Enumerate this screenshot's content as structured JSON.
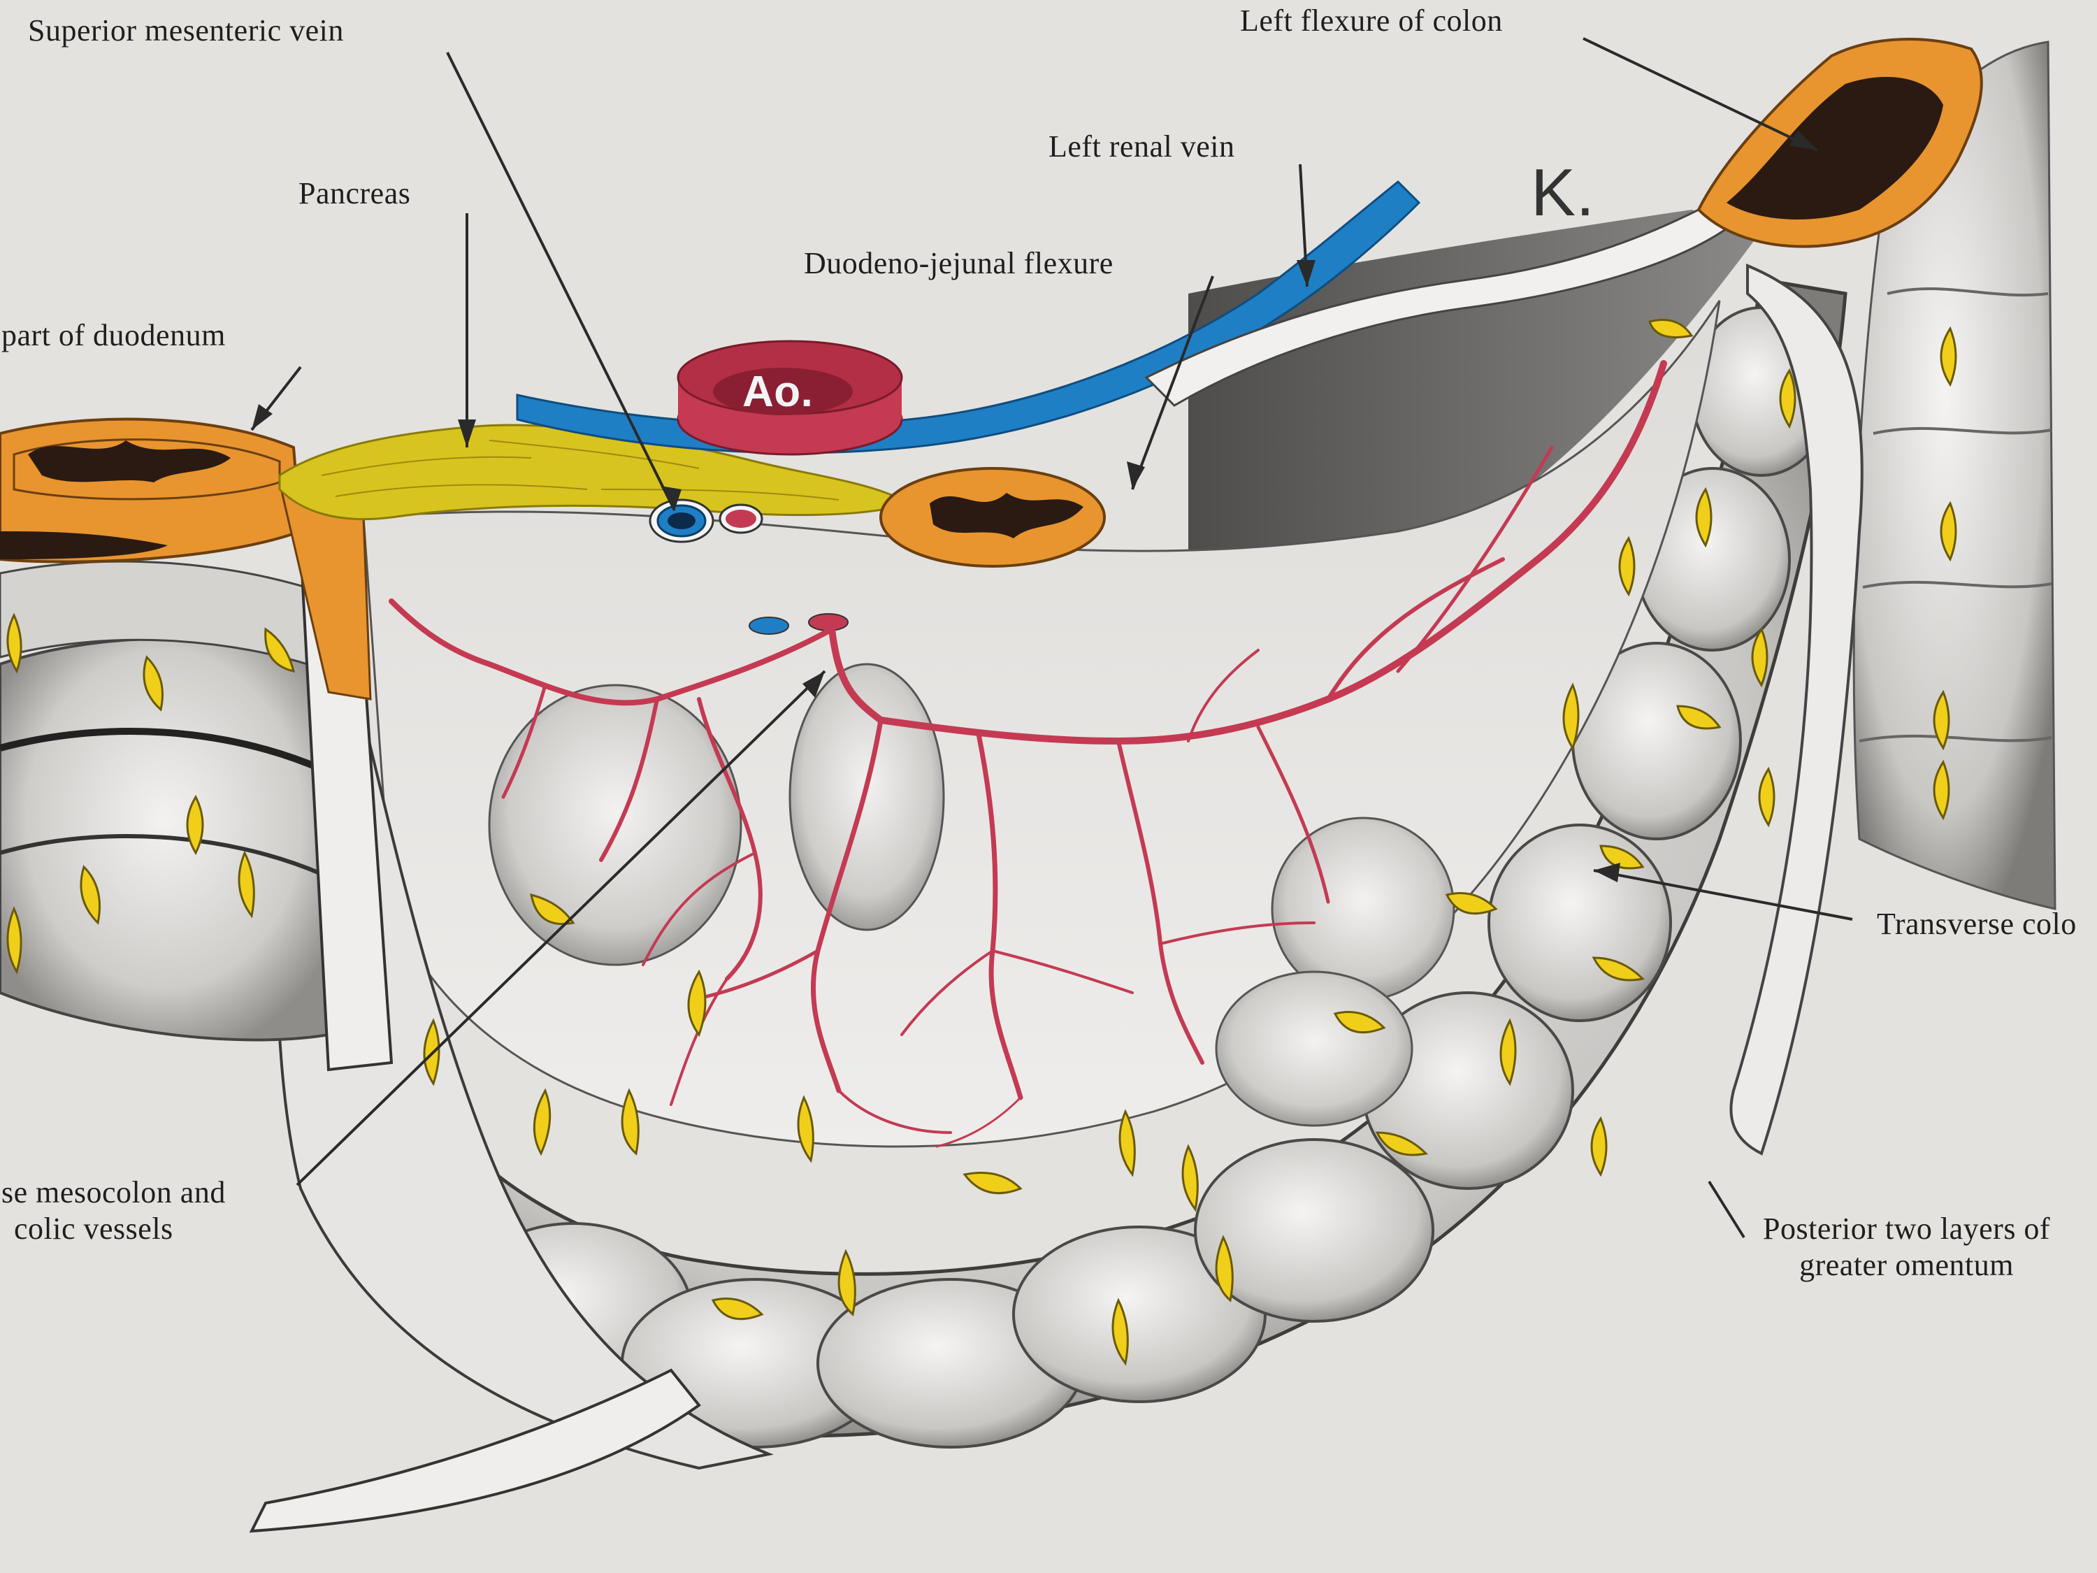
{
  "labels": {
    "superior_mesenteric_vein": "Superior mesenteric vein",
    "left_flexure_of_colon": "Left flexure of colon",
    "left_renal_vein": "Left renal vein",
    "pancreas": "Pancreas",
    "duodeno_jejunal_flexure": "Duodeno-jejunal flexure",
    "part_of_duodenum": "part of duodenum",
    "kidney_marker": "K.",
    "aorta_marker": "Ao.",
    "transverse_colon": "Transverse colo",
    "mesocolon_line1": "se mesocolon and",
    "mesocolon_line2": "colic vessels",
    "omentum_line1": "Posterior two layers of",
    "omentum_line2": "greater omentum"
  },
  "colors": {
    "paper": "#e4e2df",
    "organ_orange": "#e8952f",
    "lumen_dark": "#2a1a12",
    "pancreas_yellow": "#d8c41e",
    "vein_blue": "#1f7fc4",
    "artery_red": "#c43a52",
    "fat_tag_yellow": "#f0cf1a",
    "leader_line": "#2a2a2a"
  }
}
